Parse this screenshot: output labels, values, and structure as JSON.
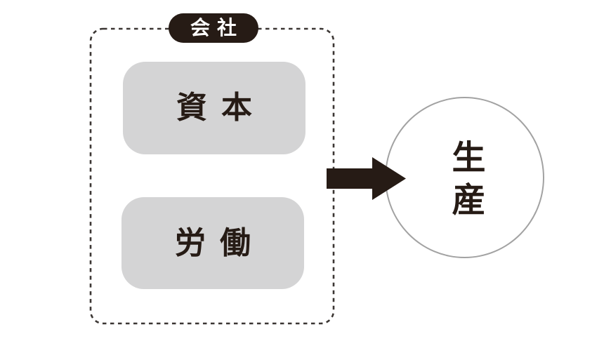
{
  "diagram": {
    "company": {
      "badge_label": "会社",
      "inputs": [
        {
          "label": "資本"
        },
        {
          "label": "労働"
        }
      ]
    },
    "arrow_icon": "arrow-right-icon",
    "output": {
      "label": "生産"
    }
  },
  "colors": {
    "ink": "#261b15",
    "box-gray": "#d4d4d5",
    "circle-border": "#a2a2a2",
    "dash": "#3b3633",
    "bg": "#ffffff",
    "badge-text": "#ffffff"
  }
}
